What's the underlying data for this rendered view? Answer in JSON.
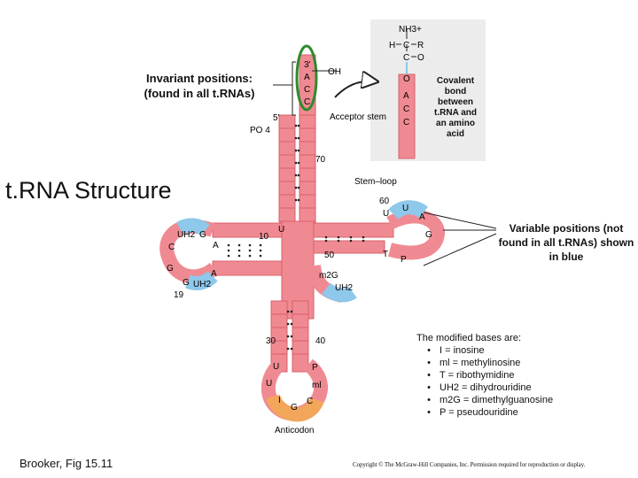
{
  "title": "t.RNA Structure",
  "invariant_note": "Invariant positions: (found in all t.RNAs)",
  "variable_note": "Variable positions (not found in all t.RNAs) shown in blue",
  "covalent_note": "Covalent bond between t.RNA and an amino acid",
  "labels": {
    "three_prime": "3'",
    "five_prime": "5'",
    "oh": "OH",
    "po4": "PO 4",
    "acceptor_stem": "Acceptor stem",
    "stem_loop": "Stem–loop",
    "anticodon": "Anticodon",
    "nh3": "NH3+",
    "h": "H",
    "c": "C",
    "r": "R",
    "o": "O",
    "pos_70": "70",
    "pos_60": "60",
    "pos_50": "50",
    "pos_10": "10",
    "pos_19": "19",
    "pos_30": "30",
    "pos_40": "40"
  },
  "acceptor_bases": [
    "A",
    "C",
    "C"
  ],
  "inset_bases": [
    "O",
    "A",
    "C",
    "C"
  ],
  "d_loop_bases": {
    "uh2_top": "UH2",
    "g_top": "G",
    "c": "C",
    "a_top": "A",
    "g_bottom": "G",
    "a_bottom": "A",
    "g_lower": "G",
    "uh2_bottom": "UH2"
  },
  "t_loop_bases": {
    "u": "U",
    "a": "A",
    "g": "G",
    "p": "P",
    "t": "T",
    "u_top": "U",
    "u_left": "U"
  },
  "variable_loop_bases": {
    "m2g": "m2G",
    "uh2": "UH2"
  },
  "anticodon_bases": {
    "u_l1": "U",
    "u_l2": "U",
    "i": "I",
    "g": "G",
    "c": "C",
    "ml": "ml",
    "p": "P"
  },
  "modified_bases_title": "The modified bases are:",
  "modified_bases": [
    "I = inosine",
    "ml = methylinosine",
    "T = ribothymidine",
    "UH2 = dihydrouridine",
    "m2G = dimethylguanosine",
    "P = pseudouridine"
  ],
  "bullet": "•",
  "source": "Brooker, Fig 15.11",
  "copyright": "Copyright © The McGraw-Hill Companies, Inc. Permission required for reproduction or display.",
  "colors": {
    "strand": "#f08a92",
    "strand_dark": "#d9606b",
    "variable": "#8ec8ea",
    "anticodon": "#f2a65a",
    "highlight": "#2e8b2e",
    "inset_bg": "#ececec"
  }
}
